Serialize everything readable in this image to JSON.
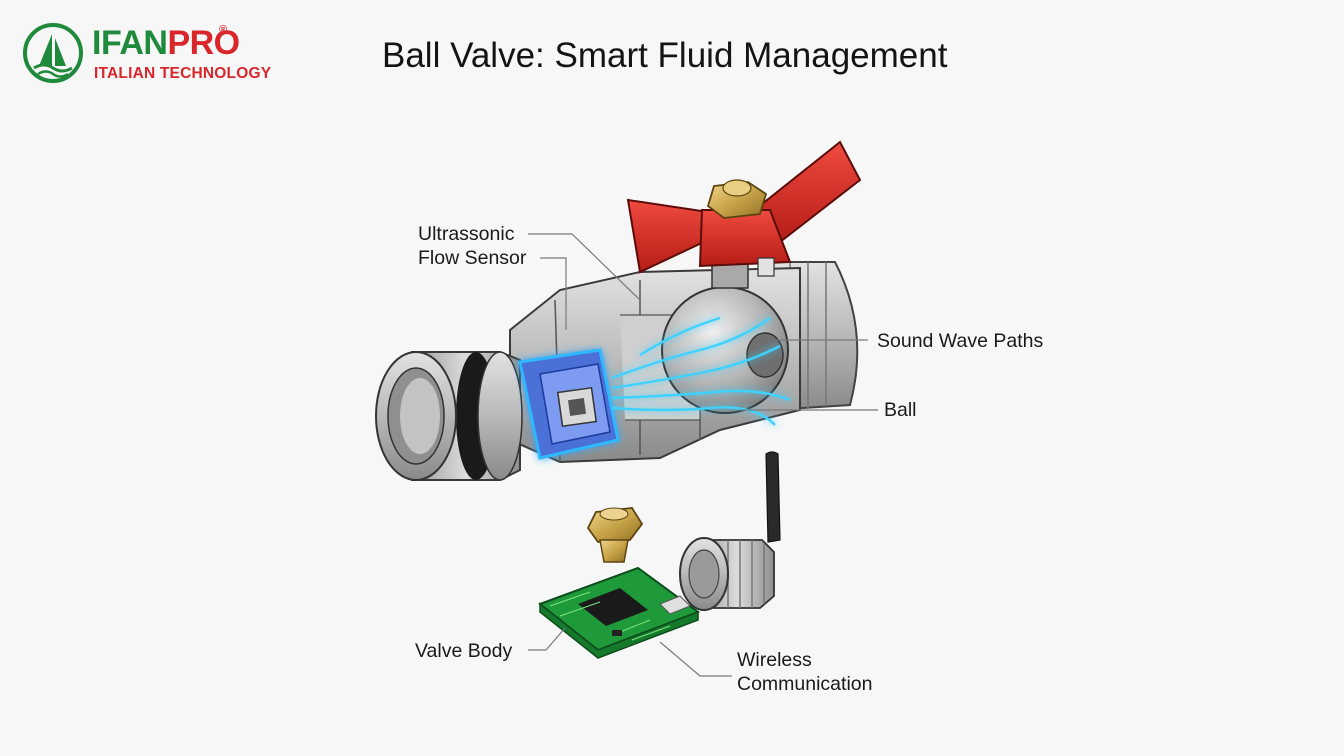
{
  "brand": {
    "name_part1": "IFAN",
    "name_part2": "PRO",
    "registered_mark": "®",
    "tagline": "ITALIAN TECHNOLOGY",
    "colors": {
      "green": "#1f8a3c",
      "red": "#d8262b"
    }
  },
  "title": "Ball Valve: Smart Fluid Management",
  "callouts": {
    "ultrasonic_line1": "Ultrassonic",
    "ultrasonic_line2": "Flow Sensor",
    "sound_wave": "Sound Wave Paths",
    "ball": "Ball",
    "valve_body": "Valve Body",
    "wireless_line1": "Wireless",
    "wireless_line2": "Communication"
  },
  "colors": {
    "handle": "#d42a22",
    "brass": "#c9a54a",
    "metal": "#b9b9b9",
    "sensor_glow": "#2fb8ff",
    "pcb": "#1e9a3a",
    "wave": "#3cd2ff"
  }
}
